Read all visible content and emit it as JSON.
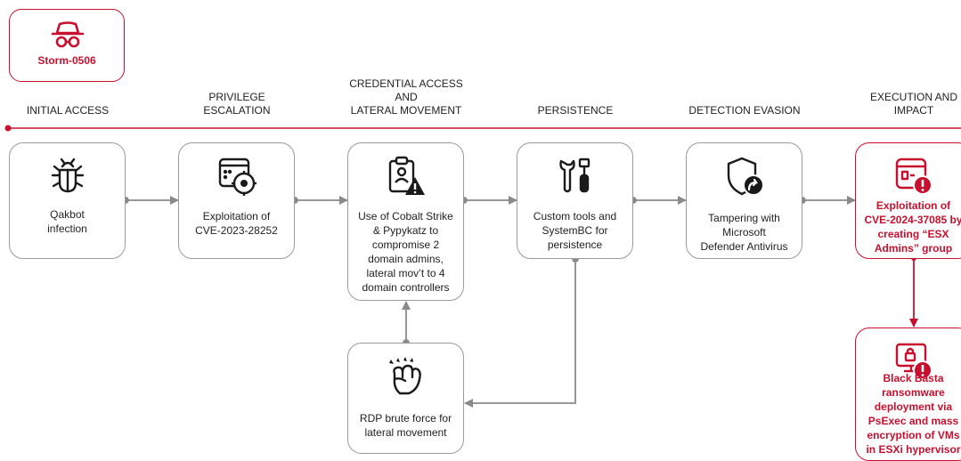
{
  "actor": {
    "name": "Storm-0506",
    "icon": "hacker-icon"
  },
  "stages": [
    {
      "id": "initial-access",
      "label": "INITIAL ACCESS"
    },
    {
      "id": "privilege-escalation",
      "label": "PRIVILEGE\nESCALATION"
    },
    {
      "id": "credential-access",
      "label": "CREDENTIAL ACCESS AND\nLATERAL MOVEMENT"
    },
    {
      "id": "persistence",
      "label": "PERSISTENCE"
    },
    {
      "id": "detection-evasion",
      "label": "DETECTION EVASION"
    },
    {
      "id": "execution-impact",
      "label": "EXECUTION AND\nIMPACT"
    }
  ],
  "steps": [
    {
      "id": "qakbot",
      "icon": "bug-icon",
      "text": "Qakbot\ninfection"
    },
    {
      "id": "cve-2023",
      "icon": "browser-target-icon",
      "text": "Exploitation of\nCVE-2023-28252"
    },
    {
      "id": "cobalt",
      "icon": "clipboard-warning-icon",
      "text": "Use of Cobalt Strike\n& Pypykatz to\ncompromise 2\ndomain admins,\nlateral mov’t to 4\ndomain controllers"
    },
    {
      "id": "custom-tools",
      "icon": "tools-icon",
      "text": "Custom tools and\nSystemBC for\npersistence"
    },
    {
      "id": "tampering",
      "icon": "shield-arrow-icon",
      "text": "Tampering with\nMicrosoft\nDefender Antivirus"
    },
    {
      "id": "esx-exploit",
      "icon": "browser-alert-icon",
      "text": "Exploitation of\nCVE-2024-37085 by\ncreating “ESX\nAdmins” group"
    },
    {
      "id": "rdp",
      "icon": "fist-icon",
      "text": "RDP brute force for\nlateral movement"
    },
    {
      "id": "black-basta",
      "icon": "monitor-lock-icon",
      "text": "Black Basta\nransomware\ndeployment via\nPsExec and mass\nencryption of VMs\nin ESXi hypervisor"
    }
  ],
  "colors": {
    "accent": "#c8102e",
    "gray": "#9a9a9a",
    "text": "#222222"
  }
}
